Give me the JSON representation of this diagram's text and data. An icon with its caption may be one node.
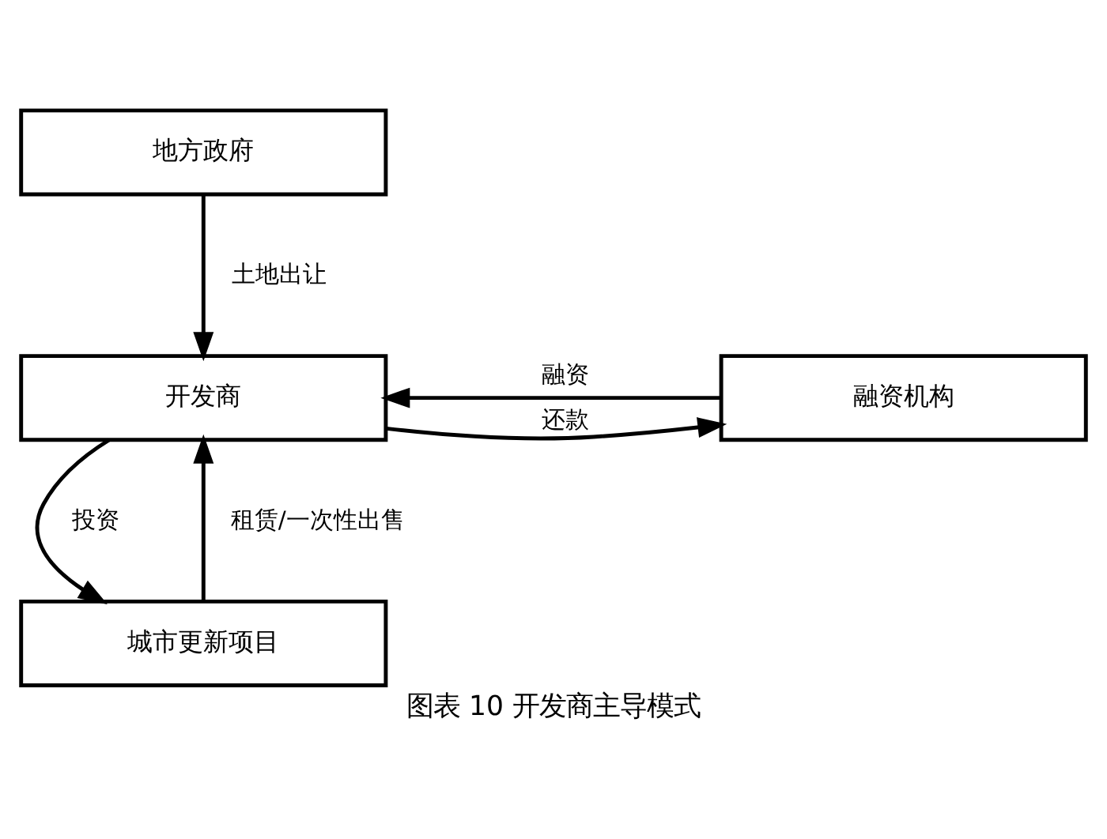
{
  "diagram": {
    "caption": "图表 10 开发商主导模式",
    "nodes": [
      {
        "text": [
          "地方政府"
        ]
      },
      {
        "text": [
          "开发商"
        ]
      },
      {
        "text": [
          "融资机构"
        ]
      },
      {
        "text": [
          "城市更新项目"
        ]
      }
    ],
    "edges": [
      {
        "from": 0,
        "to": 1,
        "arrow": "to",
        "label": "土地出让"
      },
      {
        "from": 2,
        "to": 1,
        "arrow": "to",
        "label": "融资"
      },
      {
        "from": 1,
        "to": 2,
        "arrow": "to",
        "label": "还款"
      },
      {
        "from": 1,
        "to": 3,
        "arrow": "to",
        "label": "投资"
      },
      {
        "from": 3,
        "to": 1,
        "arrow": "to",
        "label": "租赁/一次性出售"
      }
    ]
  }
}
